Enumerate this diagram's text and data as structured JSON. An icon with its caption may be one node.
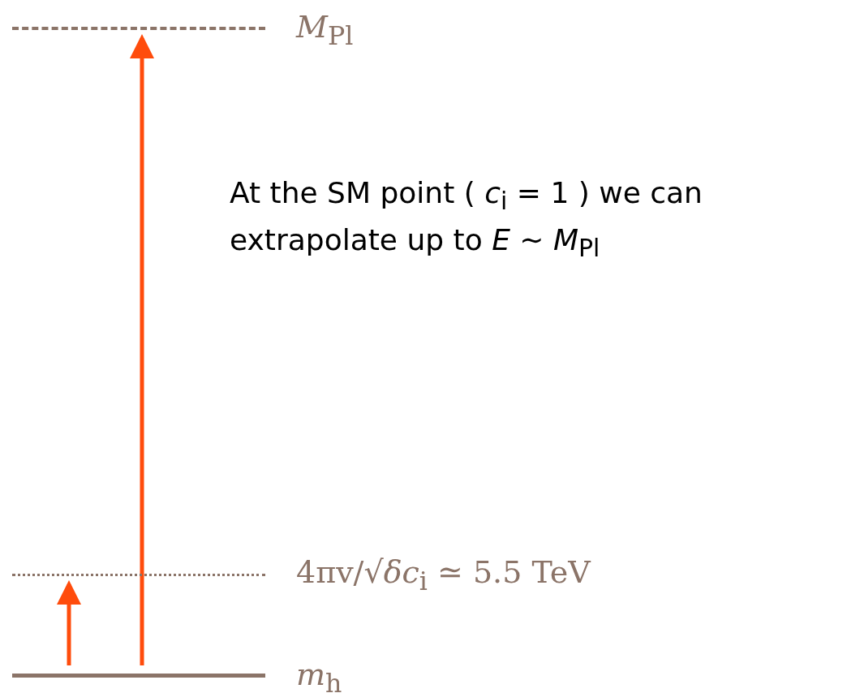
{
  "diagram": {
    "nodes": [
      {
        "text": [],
        "shape": "bar",
        "beside": [
          "*M*$_{Pl}$"
        ]
      },
      {
        "text": [],
        "shape": "bar",
        "beside": [
          "4πv/√*δc*$_{i}$ ≃ 5.5 TeV"
        ]
      },
      {
        "text": [],
        "shape": "bar",
        "beside": [
          "*m*$_{h}$"
        ]
      }
    ],
    "edges": [
      {
        "from": 2,
        "to": 1,
        "arrow": "to"
      },
      {
        "from": 2,
        "to": 0,
        "arrow": "to"
      }
    ],
    "labels": [
      "At the SM point ( *c*$_{i}$ = 1 ) we can extrapolate up to *E* ∼ *M*$_{Pl}$"
    ]
  }
}
